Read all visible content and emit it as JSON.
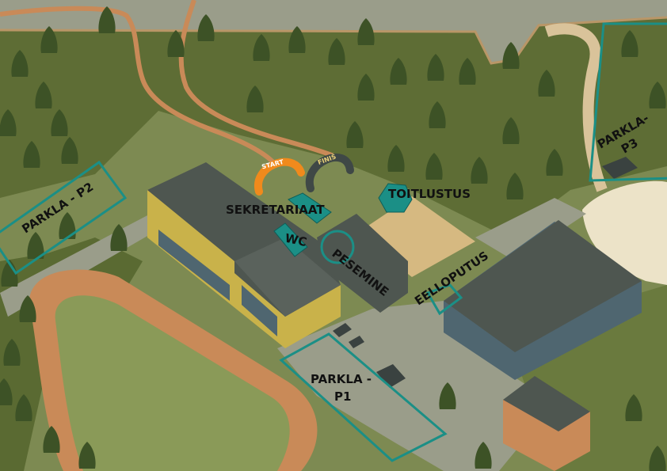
{
  "labels": {
    "start": "START",
    "finish": "FINIŠ",
    "secretariat": "SEKRETARIAAT",
    "catering": "TOITLUSTUS",
    "wc": "WC",
    "washing": "PESEMINE",
    "pre_start": "EELLOPUTUS",
    "parking_p2": "PARKLA -  P2",
    "parking_p1_line1": "PARKLA -",
    "parking_p1_line2": "P1",
    "parking_p3_line1": "PARKLA-",
    "parking_p3_line2": "P3"
  },
  "colors": {
    "grass": "#7d8a52",
    "forest": "#56652f",
    "tree": "#3d5226",
    "road": "#9a9d8a",
    "building_roof": "#4e5650",
    "building_wall_yellow": "#c9b24a",
    "building_wall_blue": "#4f6670",
    "track": "#c98a58",
    "sand": "#d6b981",
    "cream": "#ece3c8",
    "marker_teal": "#1b8f86",
    "start_orange": "#f08a1c",
    "finish_dark": "#3f4846"
  }
}
